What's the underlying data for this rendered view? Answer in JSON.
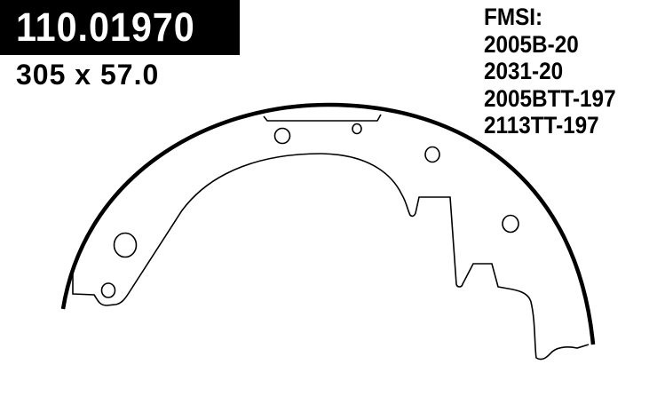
{
  "part_number": "110.01970",
  "dimensions": "305 x 57.0",
  "fmsi": {
    "label": "FMSI:",
    "codes": [
      "2005B-20",
      "2031-20",
      "2005BTT-197",
      "2113TT-197"
    ]
  }
}
